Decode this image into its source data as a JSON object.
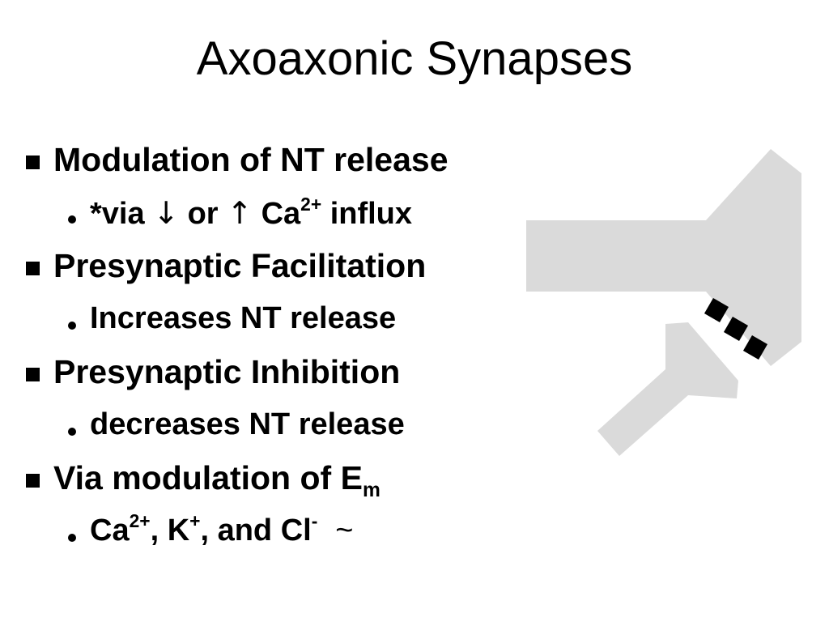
{
  "slide": {
    "title": "Axoaxonic Synapses"
  },
  "bullets": [
    {
      "text": "Modulation of NT release",
      "sub": {
        "prefix": "*via",
        "arrow_down": "↓",
        "or": "or",
        "arrow_up": "↑",
        "ion": "Ca",
        "charge": "2+",
        "suffix": "influx"
      }
    },
    {
      "text": "Presynaptic Facilitation",
      "sub": {
        "text": "Increases NT release"
      }
    },
    {
      "text": "Presynaptic Inhibition",
      "sub": {
        "text": "decreases NT release"
      }
    },
    {
      "text_main": "Via modulation of E",
      "text_sub": "m",
      "sub": {
        "ion1": "Ca",
        "charge1": "2+",
        "sep1": ", K",
        "charge2": "+",
        "sep2": ", and Cl",
        "charge3": "-",
        "tilde": "~"
      }
    }
  ],
  "diagram": {
    "axon_color": "#dadada",
    "vesicle_color": "#000000"
  }
}
